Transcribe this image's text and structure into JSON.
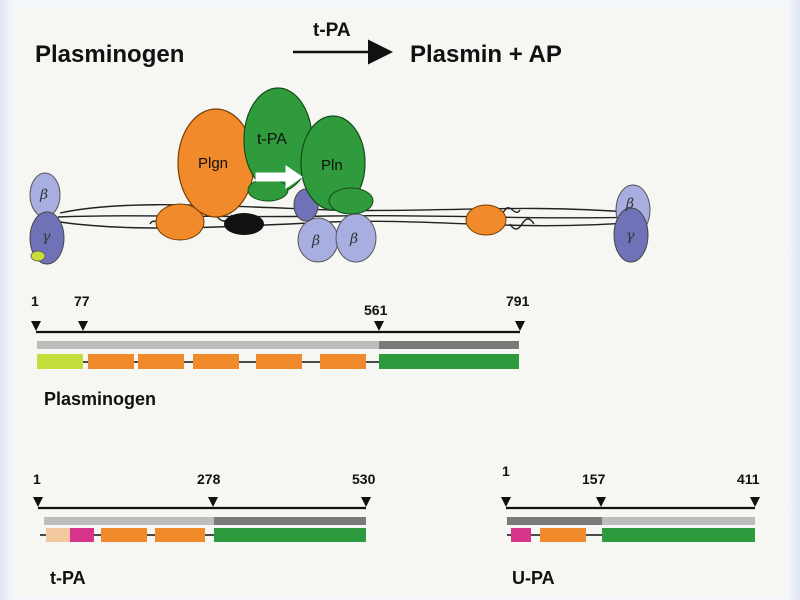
{
  "reaction": {
    "substrate": "Plasminogen",
    "enzyme": "t-PA",
    "product": "Plasmin + AP"
  },
  "illustration": {
    "plgn_label": "Plgn",
    "tpa_label": "t-PA",
    "pln_label": "Pln",
    "beta_symbol": "β",
    "gamma_symbol": "γ",
    "colors": {
      "plasminogen": "#f08a2a",
      "tpa": "#2f9b3c",
      "fibrin_domain": "#a9aee0",
      "fibrin_dark": "#6f72b6",
      "black_blob": "#111111",
      "yellow_green": "#c8dc3c"
    }
  },
  "domain_maps": [
    {
      "name": "Plasminogen",
      "tick_labels": [
        "1",
        "77",
        "561",
        "791"
      ],
      "colors": {
        "heavy_chain": "#bdbdbd",
        "light_chain_top": "#7a7a7a",
        "light_chain": "#2e9a3e",
        "pan_domain": "#c5dd3b",
        "kringle": "#f08a2a"
      }
    },
    {
      "name": "t-PA",
      "tick_labels": [
        "1",
        "278",
        "530"
      ],
      "colors": {
        "heavy_chain": "#bdbdbd",
        "light_chain_top": "#7a7a7a",
        "light_chain": "#2e9a3e",
        "finger": "#f4c9a0",
        "egf": "#d6338a",
        "kringle": "#f08a2a"
      }
    },
    {
      "name": "U-PA",
      "tick_labels": [
        "1",
        "157",
        "411"
      ],
      "colors": {
        "heavy_chain": "#7a7a7a",
        "light_chain_top": "#bdbdbd",
        "light_chain": "#2e9a3e",
        "egf": "#d6338a",
        "kringle": "#f08a2a"
      }
    }
  ]
}
